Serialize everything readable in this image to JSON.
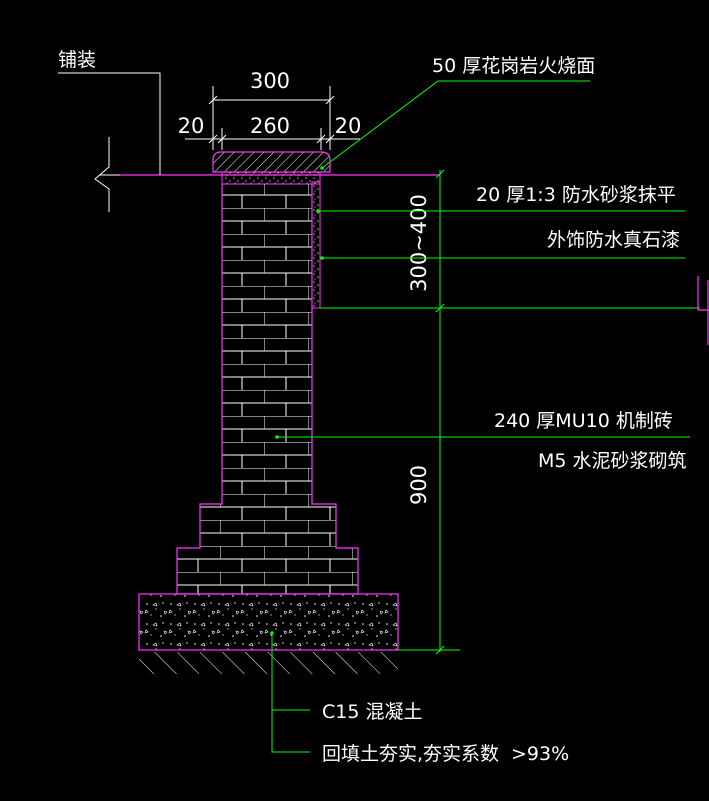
{
  "labels": {
    "paving": "铺装",
    "cap_spec": "50 厚花岗岩火烧面",
    "plaster_spec": "20 厚1:3 防水砂浆抹平",
    "finish_spec": "外饰防水真石漆",
    "brick_spec": "240 厚MU10 机制砖",
    "mortar_spec": "M5 水泥砂浆砌筑",
    "concrete_spec": "C15 混凝土",
    "backfill_spec": "回填土夯实,夯实系数",
    "compaction_value": ">93%"
  },
  "dimensions": {
    "total_width": "300",
    "inner_width": "260",
    "left_offset": "20",
    "right_offset": "20",
    "plaster_height": "300~400",
    "wall_height": "900"
  },
  "colors": {
    "background": "#000000",
    "structure_outline": "#ff33ff",
    "dimension_lines": "#00ff00",
    "brick_lines": "#ffffff",
    "text": "#ffffff"
  }
}
